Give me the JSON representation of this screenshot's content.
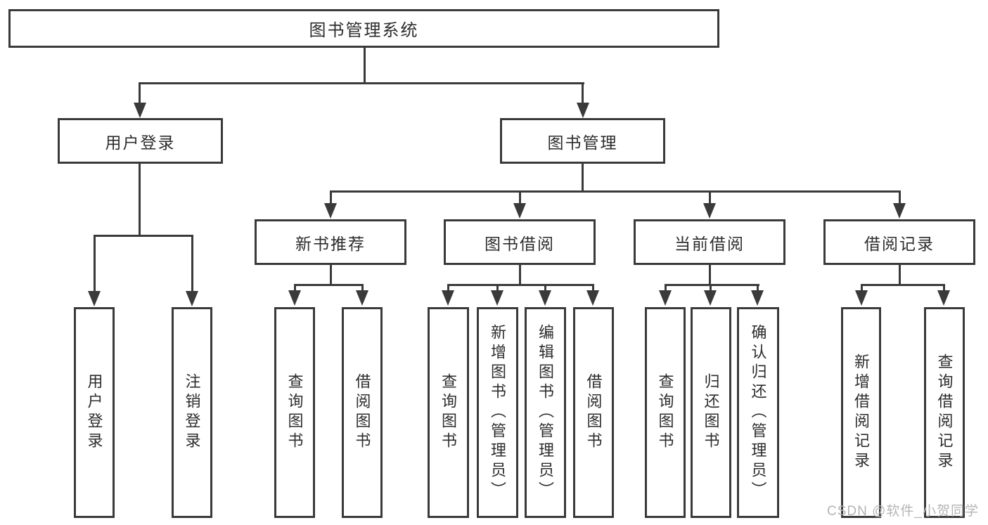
{
  "colors": {
    "line": "#3a3a3a",
    "text": "#2d2d2d",
    "box_bg": "#ffffff",
    "watermark": "#b5b5b5"
  },
  "nodes": {
    "root": {
      "label": "图书管理系统"
    },
    "user_login": {
      "label": "用户登录"
    },
    "book_mgmt": {
      "label": "图书管理"
    },
    "new_book_rec": {
      "label": "新书推荐"
    },
    "book_borrow": {
      "label": "图书借阅"
    },
    "current_borrow": {
      "label": "当前借阅"
    },
    "borrow_records": {
      "label": "借阅记录"
    },
    "leaf_user_login": {
      "label": "用户登录"
    },
    "leaf_logout": {
      "label": "注销登录"
    },
    "leaf_query_book_rec": {
      "label": "查询图书"
    },
    "leaf_borrow_book_rec": {
      "label": "借阅图书"
    },
    "leaf_query_book_borrow": {
      "label": "查询图书"
    },
    "leaf_add_book_admin": {
      "label": "新增图书（管理员）"
    },
    "leaf_edit_book_admin": {
      "label": "编辑图书（管理员）"
    },
    "leaf_borrow_book_borrow": {
      "label": "借阅图书"
    },
    "leaf_query_book_current": {
      "label": "查询图书"
    },
    "leaf_return_book": {
      "label": "归还图书"
    },
    "leaf_confirm_return_admin": {
      "label": "确认归还（管理员）"
    },
    "leaf_add_borrow_record": {
      "label": "新增借阅记录"
    },
    "leaf_query_borrow_record": {
      "label": "查询借阅记录"
    }
  },
  "edges": [
    {
      "from": "root",
      "to": "user_login"
    },
    {
      "from": "root",
      "to": "book_mgmt"
    },
    {
      "from": "user_login",
      "to": "leaf_user_login"
    },
    {
      "from": "user_login",
      "to": "leaf_logout"
    },
    {
      "from": "book_mgmt",
      "to": "new_book_rec"
    },
    {
      "from": "book_mgmt",
      "to": "book_borrow"
    },
    {
      "from": "book_mgmt",
      "to": "current_borrow"
    },
    {
      "from": "book_mgmt",
      "to": "borrow_records"
    },
    {
      "from": "new_book_rec",
      "to": "leaf_query_book_rec"
    },
    {
      "from": "new_book_rec",
      "to": "leaf_borrow_book_rec"
    },
    {
      "from": "book_borrow",
      "to": "leaf_query_book_borrow"
    },
    {
      "from": "book_borrow",
      "to": "leaf_add_book_admin"
    },
    {
      "from": "book_borrow",
      "to": "leaf_edit_book_admin"
    },
    {
      "from": "book_borrow",
      "to": "leaf_borrow_book_borrow"
    },
    {
      "from": "current_borrow",
      "to": "leaf_query_book_current"
    },
    {
      "from": "current_borrow",
      "to": "leaf_return_book"
    },
    {
      "from": "current_borrow",
      "to": "leaf_confirm_return_admin"
    },
    {
      "from": "borrow_records",
      "to": "leaf_add_borrow_record"
    },
    {
      "from": "borrow_records",
      "to": "leaf_query_borrow_record"
    }
  ],
  "watermark": {
    "text": "CSDN @软件_小贺同学"
  }
}
